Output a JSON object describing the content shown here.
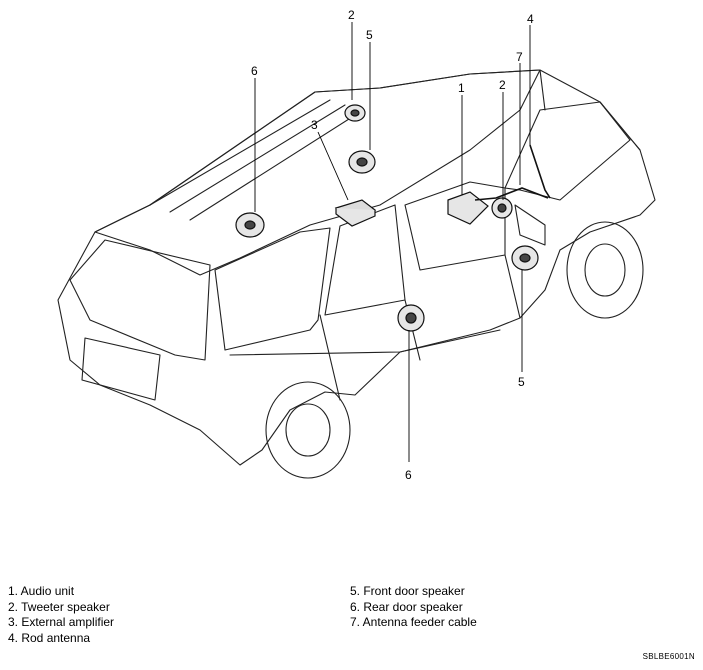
{
  "callouts": {
    "tweeter_top": "2",
    "front_speaker_top": "5",
    "rear_speaker_roof": "6",
    "amplifier": "3",
    "audio_unit": "1",
    "tweeter_front": "2",
    "feeder_cable": "7",
    "rod_antenna": "4",
    "front_speaker_door": "5",
    "rear_speaker_door": "6"
  },
  "legend": {
    "left": [
      "1. Audio unit",
      "2. Tweeter speaker",
      "3. External amplifier",
      "4. Rod antenna"
    ],
    "right": [
      "5. Front door speaker",
      "6. Rear door speaker",
      "7. Antenna feeder cable"
    ]
  },
  "figure_code": "SBLBE6001N"
}
